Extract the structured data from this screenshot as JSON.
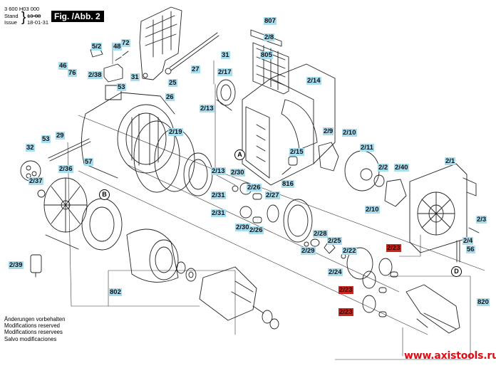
{
  "header": {
    "doc_number": "3 600 H03 000",
    "stand_label": "Stand",
    "issue_label": "Issue",
    "stand_date": "13-08",
    "issue_date": "18-01-31",
    "figure_label": "Fig. /Abb. 2"
  },
  "footer": {
    "notes": [
      "Änderungen vorbehalten",
      "Modifications reserved",
      "Modifications reservees",
      "Salvo modificaciones"
    ],
    "watermark": "www.axistools.ru"
  },
  "colors": {
    "label_bg": "#a8dcef",
    "highlight_bg": "#c8261a",
    "watermark": "#e00b14"
  },
  "parts": [
    {
      "id": "807",
      "highlighted": false
    },
    {
      "id": "2/8",
      "highlighted": false
    },
    {
      "id": "805",
      "highlighted": false
    },
    {
      "id": "5/2",
      "highlighted": false
    },
    {
      "id": "48",
      "highlighted": false
    },
    {
      "id": "72",
      "highlighted": false
    },
    {
      "id": "31",
      "highlighted": false
    },
    {
      "id": "46",
      "highlighted": false
    },
    {
      "id": "76",
      "highlighted": false
    },
    {
      "id": "2/38",
      "highlighted": false
    },
    {
      "id": "31",
      "highlighted": false
    },
    {
      "id": "53",
      "highlighted": false
    },
    {
      "id": "26",
      "highlighted": false
    },
    {
      "id": "25",
      "highlighted": false
    },
    {
      "id": "27",
      "highlighted": false
    },
    {
      "id": "2/17",
      "highlighted": false
    },
    {
      "id": "2/14",
      "highlighted": false
    },
    {
      "id": "2/13",
      "highlighted": false
    },
    {
      "id": "53",
      "highlighted": false
    },
    {
      "id": "29",
      "highlighted": false
    },
    {
      "id": "32",
      "highlighted": false
    },
    {
      "id": "2/19",
      "highlighted": false
    },
    {
      "id": "57",
      "highlighted": false
    },
    {
      "id": "2/36",
      "highlighted": false
    },
    {
      "id": "2/37",
      "highlighted": false
    },
    {
      "id": "2/9",
      "highlighted": false
    },
    {
      "id": "2/10",
      "highlighted": false
    },
    {
      "id": "2/11",
      "highlighted": false
    },
    {
      "id": "2/15",
      "highlighted": false
    },
    {
      "id": "816",
      "highlighted": false
    },
    {
      "id": "2/2",
      "highlighted": false
    },
    {
      "id": "2/40",
      "highlighted": false
    },
    {
      "id": "2/1",
      "highlighted": false
    },
    {
      "id": "2/10",
      "highlighted": false
    },
    {
      "id": "2/13",
      "highlighted": false
    },
    {
      "id": "2/30",
      "highlighted": false
    },
    {
      "id": "2/31",
      "highlighted": false
    },
    {
      "id": "2/26",
      "highlighted": false
    },
    {
      "id": "2/27",
      "highlighted": false
    },
    {
      "id": "2/31",
      "highlighted": false
    },
    {
      "id": "2/30",
      "highlighted": false
    },
    {
      "id": "2/26",
      "highlighted": false
    },
    {
      "id": "2/3",
      "highlighted": false
    },
    {
      "id": "2/4",
      "highlighted": false
    },
    {
      "id": "56",
      "highlighted": false
    },
    {
      "id": "2/28",
      "highlighted": false
    },
    {
      "id": "2/25",
      "highlighted": false
    },
    {
      "id": "2/22",
      "highlighted": false
    },
    {
      "id": "2/29",
      "highlighted": false
    },
    {
      "id": "2/24",
      "highlighted": false
    },
    {
      "id": "2/23",
      "highlighted": true
    },
    {
      "id": "2/23",
      "highlighted": true
    },
    {
      "id": "2/23",
      "highlighted": true
    },
    {
      "id": "820",
      "highlighted": false
    },
    {
      "id": "2/39",
      "highlighted": false
    },
    {
      "id": "802",
      "highlighted": false
    }
  ],
  "markers": [
    "A",
    "B",
    "D"
  ]
}
